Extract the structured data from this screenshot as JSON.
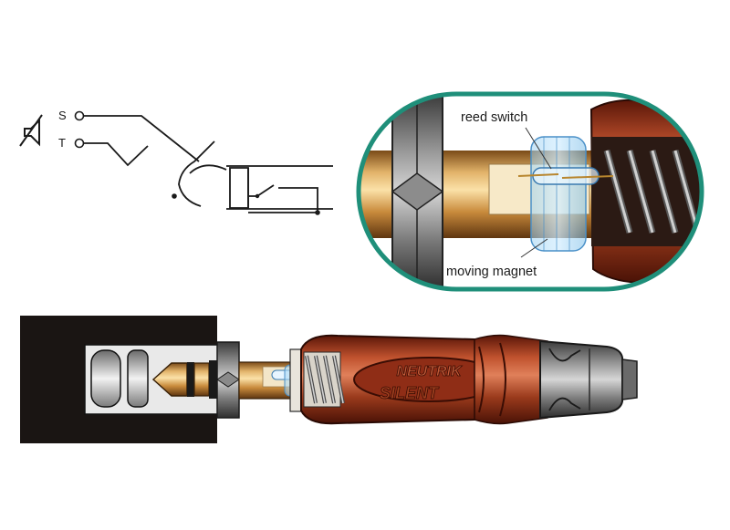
{
  "schematic": {
    "sleeve_label": "S",
    "tip_label": "T",
    "mute_icon": "speaker-muted-icon"
  },
  "callout": {
    "reed_switch_label": "reed switch",
    "magnet_label": "moving magnet",
    "frame_color": "#1f8f7a"
  },
  "plug": {
    "brand_text": "NEUTRIK",
    "model_text": "SILENT",
    "shell_color": "#8f2d16",
    "socket_color": "#1a1513"
  }
}
